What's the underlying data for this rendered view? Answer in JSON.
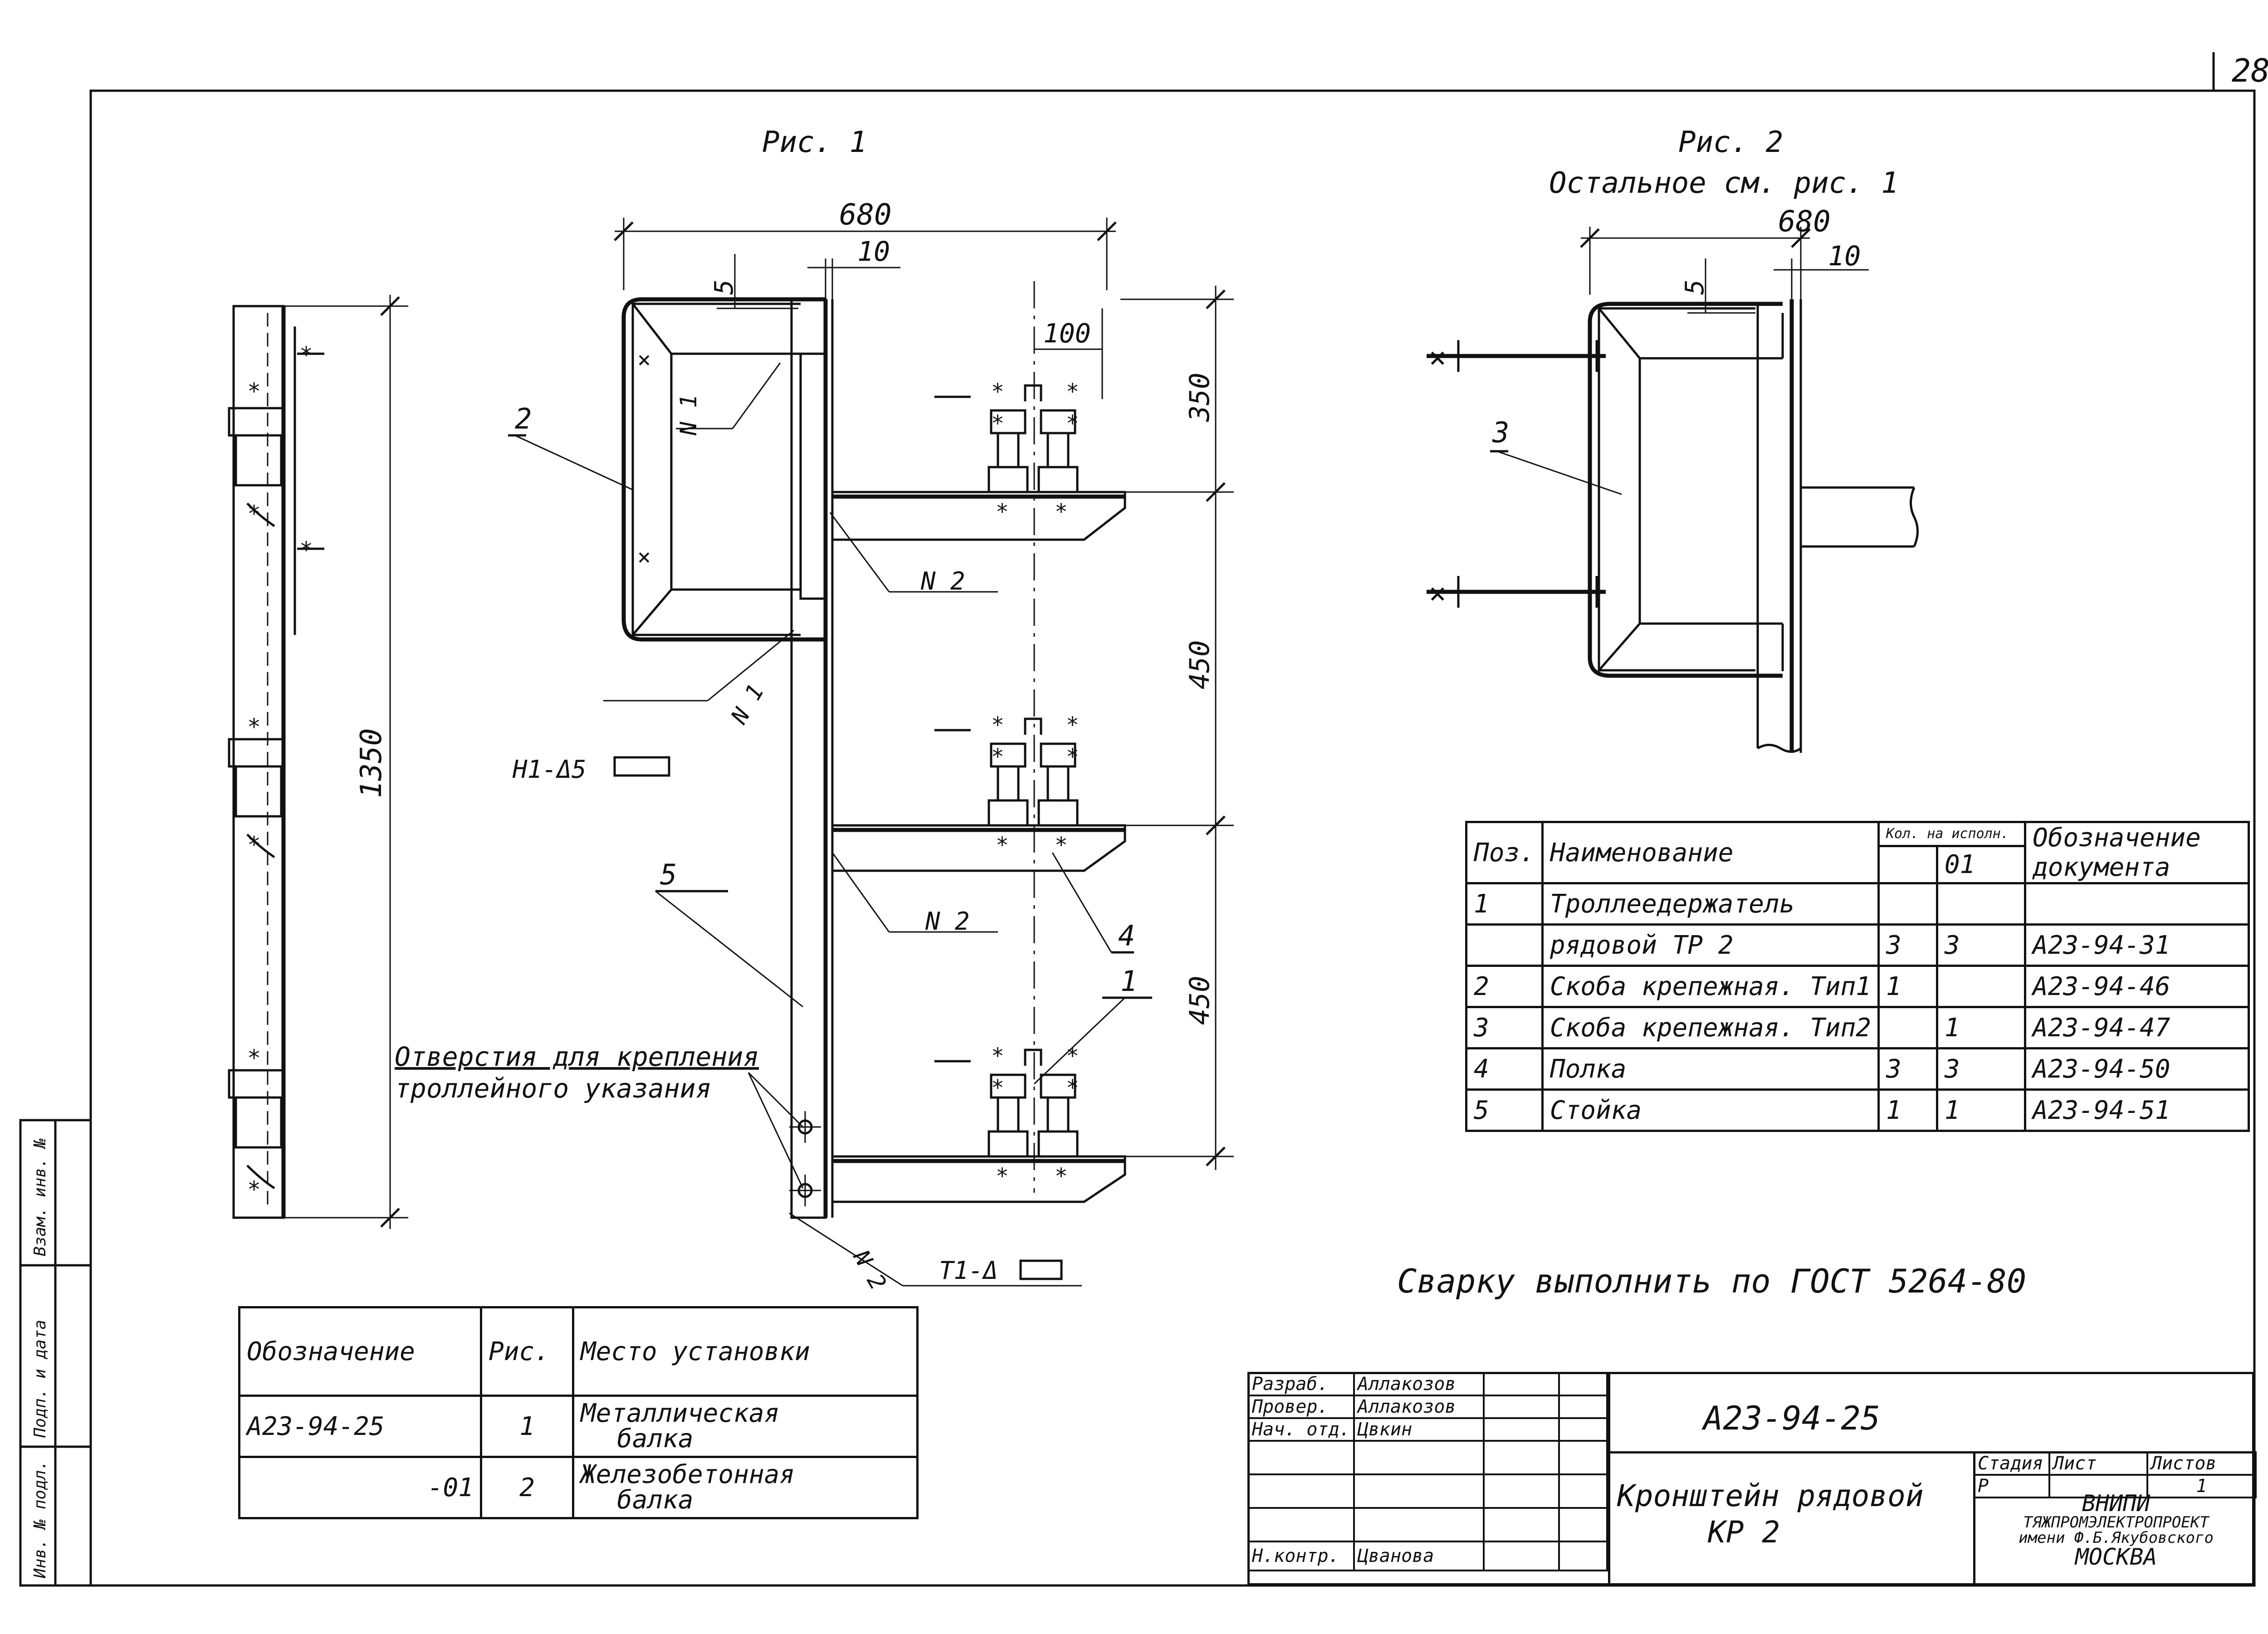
{
  "page_number": "28",
  "figure1": {
    "title": "Рис. 1",
    "dim_width": "680",
    "dim_gap": "5",
    "dim_gap2": "10",
    "dim_shelf": "100",
    "dim_h1": "350",
    "dim_h2": "450",
    "dim_h3": "450",
    "dim_total": "1350",
    "weld_n1_a": "N 1",
    "weld_n1_b": "N 1",
    "weld_n2_a": "N 2",
    "weld_n2_b": "N 2",
    "weld_n2_c": "N 2",
    "weld_symbol_h": "H1-Δ5",
    "weld_symbol_t": "T1-Δ",
    "pos_2": "2",
    "pos_5": "5",
    "pos_4": "4",
    "pos_1": "1",
    "holes_note_line1": "Отверстия для крепления",
    "holes_note_line2": "троллейного указания"
  },
  "figure2": {
    "title": "Рис. 2",
    "subtitle": "Остальное см. рис. 1",
    "dim_width": "680",
    "dim_gap": "5",
    "dim_gap2": "10",
    "pos_3": "3"
  },
  "spec_table": {
    "headers": {
      "pos": "Поз.",
      "name": "Наименование",
      "qty": "Кол. на исполн.",
      "qty_01": "01",
      "doc": "Обозначение документа"
    },
    "rows": [
      {
        "pos": "1",
        "name": "Троллеедержатель",
        "qty": "",
        "qty01": "",
        "doc": ""
      },
      {
        "pos": "",
        "name": "рядовой ТР 2",
        "qty": "3",
        "qty01": "3",
        "doc": "А23-94-31"
      },
      {
        "pos": "2",
        "name": "Скоба крепежная. Тип1",
        "qty": "1",
        "qty01": "",
        "doc": "А23-94-46"
      },
      {
        "pos": "3",
        "name": "Скоба крепежная. Тип2",
        "qty": "",
        "qty01": "1",
        "doc": "А23-94-47"
      },
      {
        "pos": "4",
        "name": "Полка",
        "qty": "3",
        "qty01": "3",
        "doc": "А23-94-50"
      },
      {
        "pos": "5",
        "name": "Стойка",
        "qty": "1",
        "qty01": "1",
        "doc": "А23-94-51"
      }
    ]
  },
  "weld_note": "Сварку выполнить по ГОСТ 5264-80",
  "variant_table": {
    "headers": {
      "designation": "Обозначение",
      "fig": "Рис.",
      "place": "Место установки"
    },
    "rows": [
      {
        "designation": "А23-94-25",
        "fig": "1",
        "place_line1": "Металлическая",
        "place_line2": "балка"
      },
      {
        "designation": "-01",
        "fig": "2",
        "place_line1": "Железобетонная",
        "place_line2": "балка"
      }
    ]
  },
  "stamp": {
    "roles": [
      {
        "role": "Разраб.",
        "name": "Аллакозов"
      },
      {
        "role": "Провер.",
        "name": "Аллакозов"
      },
      {
        "role": "Нач. отд.",
        "name": "Цвкин"
      },
      {
        "role": "",
        "name": ""
      },
      {
        "role": "",
        "name": ""
      },
      {
        "role": "",
        "name": ""
      },
      {
        "role": "Н.контр.",
        "name": "Цванова"
      }
    ],
    "doc_code": "А23-94-25",
    "title_line1": "Кронштейн рядовой",
    "title_line2": "КР 2",
    "stage_label": "Стадия",
    "sheet_label": "Лист",
    "sheets_label": "Листов",
    "stage_value": "Р",
    "sheets_value": "1",
    "org_line1": "ВНИПИ",
    "org_line2": "ТЯЖПРОМЭЛЕКТРОПРОЕКТ",
    "org_line3": "имени Ф.Б.Якубовского",
    "org_line4": "МОСКВА"
  },
  "side_strip": {
    "cell1": "Инв. № подл.",
    "cell2": "Подп. и дата",
    "cell3": "Взам. инв. №"
  }
}
